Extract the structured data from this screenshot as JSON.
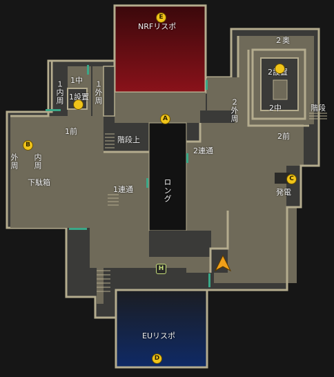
{
  "colors": {
    "background": "#161616",
    "floor": "#6f6a59",
    "floor_dark": "#3a3a38",
    "wall": "#b4ac8e",
    "nrf_spawn": "#6b0f14",
    "eu_spawn": "#0f2a66",
    "door": "#3aa888",
    "marker": "#f0c419",
    "player": "#f0a019"
  },
  "labels": {
    "nrf_spawn": "NRFリスポ",
    "eu_spawn": "EUリスポ",
    "oku2": "２奥",
    "setchi2": "2設置",
    "naka2": "2中",
    "kaidan": "階段",
    "gaishu2": "２外周",
    "mae2": "2前",
    "rentsu2": "2連通",
    "hatsuden": "発電",
    "naka1": "1中",
    "naishu1": "１内周",
    "setchi1": "1設置",
    "gaishu1": "１外周",
    "mae1": "1前",
    "kaidan_ue": "階段上",
    "gaishu": "外周",
    "naishu": "内周",
    "getabako": "下駄箱",
    "rentsu1": "1連通",
    "long": "ロング"
  },
  "markers": {
    "a": "A",
    "b": "B",
    "c": "C",
    "d": "D",
    "e": "E",
    "h": "H"
  }
}
